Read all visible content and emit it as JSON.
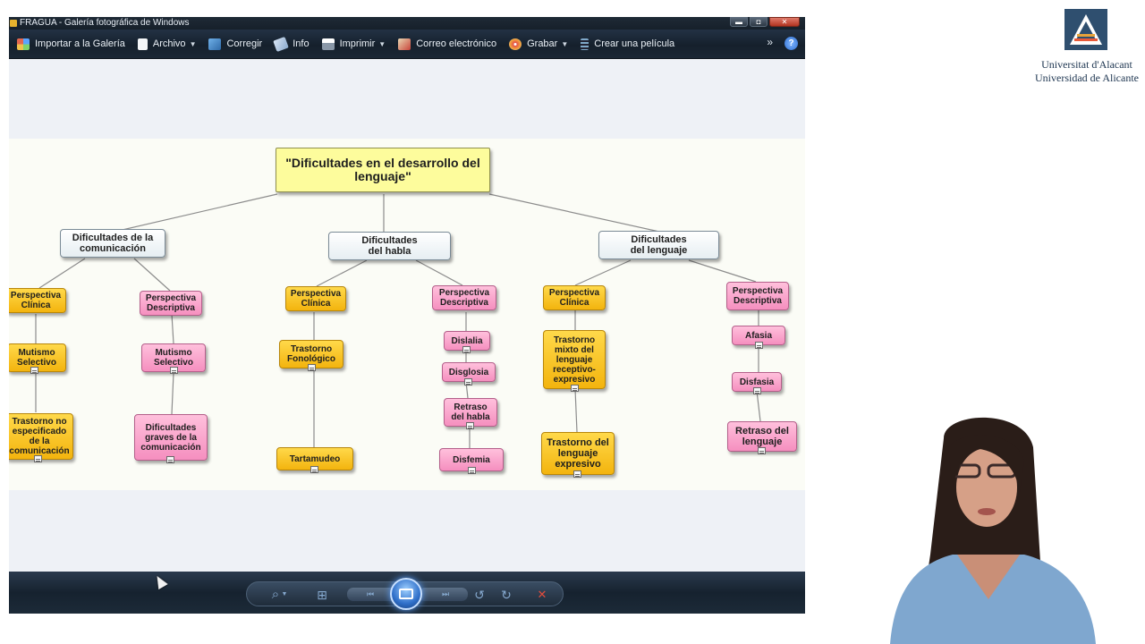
{
  "window": {
    "title": "FRAGUA - Galería fotográfica de Windows",
    "controls": {
      "minimize": "▬",
      "maximize": "◘",
      "close": "✕"
    }
  },
  "toolbar": {
    "items": [
      {
        "label": "Importar a la Galería",
        "icon": "import-gallery-icon",
        "has_dropdown": false
      },
      {
        "label": "Archivo",
        "icon": "file-icon",
        "has_dropdown": true
      },
      {
        "label": "Corregir",
        "icon": "fix-icon",
        "has_dropdown": false
      },
      {
        "label": "Info",
        "icon": "info-icon",
        "has_dropdown": false
      },
      {
        "label": "Imprimir",
        "icon": "printer-icon",
        "has_dropdown": true
      },
      {
        "label": "Correo electrónico",
        "icon": "email-icon",
        "has_dropdown": false
      },
      {
        "label": "Grabar",
        "icon": "burn-disc-icon",
        "has_dropdown": true
      },
      {
        "label": "Crear una película",
        "icon": "movie-icon",
        "has_dropdown": false
      }
    ],
    "more": "»",
    "help": "?"
  },
  "concept_map": {
    "title": "\"Dificultades en el desarrollo del lenguaje\"",
    "categories": [
      "Dificultades de la comunicación",
      "Dificultades del habla",
      "Dificultades del lenguaje"
    ],
    "perspectives": {
      "clinica": "Perspectiva Clínica",
      "descriptiva": "Perspectiva Descriptiva"
    },
    "comunicacion": {
      "clinica_items": [
        "Mutismo Selectivo",
        "Trastorno no especificado de la comunicación"
      ],
      "descriptiva_items": [
        "Mutismo Selectivo",
        "Dificultades graves de la comunicación"
      ]
    },
    "habla": {
      "clinica_items": [
        "Trastorno Fonológico",
        "Tartamudeo"
      ],
      "descriptiva_items": [
        "Dislalia",
        "Disglosia",
        "Retraso del habla",
        "Disfemia"
      ]
    },
    "lenguaje": {
      "clinica_items": [
        "Trastorno mixto del lenguaje receptivo-expresivo",
        "Trastorno del lenguaje expresivo"
      ],
      "descriptiva_items": [
        "Afasia",
        "Disfasia",
        "Retraso del lenguaje"
      ]
    },
    "colors": {
      "yellow": "#f6bd1c",
      "pink": "#f7a3cb",
      "title": "#fdfc9c"
    }
  },
  "viewer_controls": {
    "zoom": "⌕",
    "fit": "⊞",
    "rotate_left": "↺",
    "rotate_right": "↻",
    "delete": "✕"
  },
  "university": {
    "name_ca": "Universitat d'Alacant",
    "name_es": "Universidad de Alicante"
  }
}
